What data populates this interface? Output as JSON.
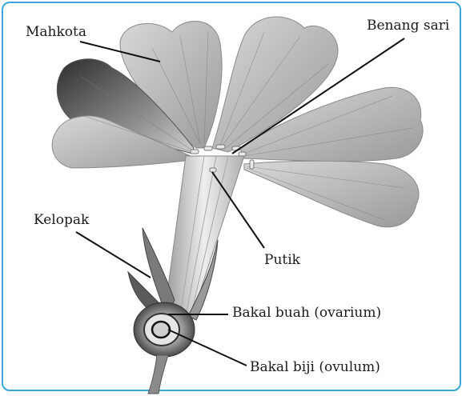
{
  "labels": {
    "mahkota": "Mahkota",
    "benang_sari": "Benang sari",
    "kelopak": "Kelopak",
    "putik": "Putik",
    "bakal_buah": "Bakal buah (ovarium)",
    "bakal_biji": "Bakal biji (ovulum)"
  },
  "colors": {
    "frame": "#3aa6dc",
    "petal_light": "#c9c9c9",
    "petal_dark": "#4a4a4a",
    "line": "#111111"
  }
}
